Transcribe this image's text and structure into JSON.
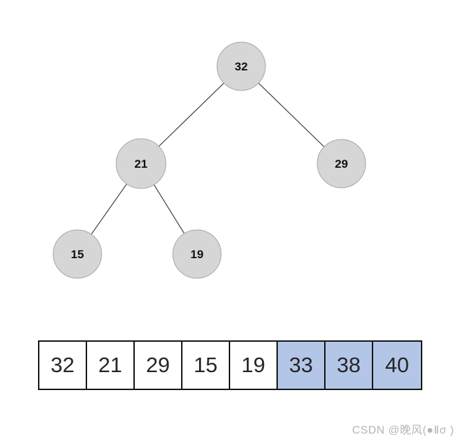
{
  "diagram": {
    "type": "binary-tree-with-array",
    "tree": {
      "nodes": [
        {
          "id": "root",
          "value": "32"
        },
        {
          "id": "root-left",
          "value": "21"
        },
        {
          "id": "root-right",
          "value": "29"
        },
        {
          "id": "left-left",
          "value": "15"
        },
        {
          "id": "left-right",
          "value": "19"
        }
      ],
      "edges": [
        {
          "from": "32",
          "to": "21"
        },
        {
          "from": "32",
          "to": "29"
        },
        {
          "from": "21",
          "to": "15"
        },
        {
          "from": "21",
          "to": "19"
        }
      ]
    },
    "array": {
      "cells": [
        {
          "value": "32",
          "highlighted": false
        },
        {
          "value": "21",
          "highlighted": false
        },
        {
          "value": "29",
          "highlighted": false
        },
        {
          "value": "15",
          "highlighted": false
        },
        {
          "value": "19",
          "highlighted": false
        },
        {
          "value": "33",
          "highlighted": true
        },
        {
          "value": "38",
          "highlighted": true
        },
        {
          "value": "40",
          "highlighted": true
        }
      ]
    }
  },
  "colors": {
    "node_fill": "#d6d6d6",
    "node_border": "#a6a6a6",
    "edge": "#3d3d3d",
    "highlight": "#b4c6e7",
    "cell_border": "#141414",
    "watermark_text": "#b5b5b5"
  },
  "watermark": {
    "text": "CSDN @晚风(●Ⅱσ )"
  }
}
